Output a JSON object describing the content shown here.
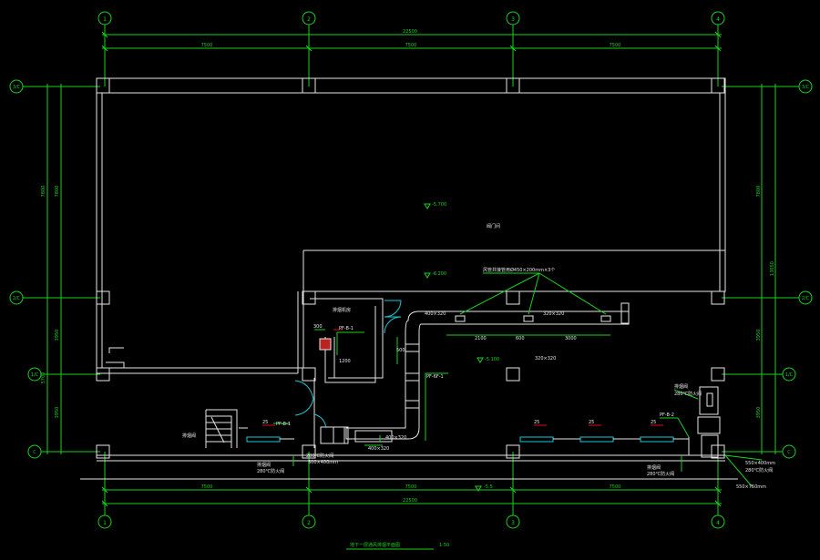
{
  "grid_axes": {
    "columns": [
      "1",
      "2",
      "3",
      "4"
    ],
    "rows": [
      "3/C",
      "2/C",
      "1/C",
      "C"
    ]
  },
  "dimensions": {
    "top_overall": "22500",
    "top_segments": [
      "7500",
      "7500",
      "7500"
    ],
    "bottom_overall": "22500",
    "bottom_segments": [
      "7500",
      "7500",
      "7500"
    ],
    "left": [
      "7800",
      "7800",
      "3950",
      "5700",
      "3950"
    ],
    "right": [
      "7800",
      "13650",
      "3950",
      "3950"
    ]
  },
  "duct_labels": {
    "main_note": "风管井接管用Ø450×200mm×3个",
    "duct_1": "400×320",
    "duct_2": "320×320",
    "duct_3": "400×320",
    "duct_4": "320×320",
    "spacing": [
      "2100",
      "600",
      "3000"
    ],
    "riser_note": "PF-6F-1",
    "level_1": "-5.700",
    "level_2": "-6.200",
    "level_3": "-5.100",
    "level_4": "-5.5",
    "room_label": "阀门间",
    "grille_1": "1200",
    "grille_2": "500",
    "grille_3": "300",
    "grille_4": "400×320"
  },
  "equipment": {
    "fan_left": "PF-B-1",
    "fan_right": "PF-B-2",
    "air_qty": "25",
    "valve_note_1": "排烟阀",
    "valve_note_2": "280℃防火阀",
    "size_note_1": "500×400mm",
    "size_note_2": "550×400mm",
    "size_note_3": "550×750mm",
    "room_note": "排烟机房"
  },
  "drawing_title": "地下一层通风排烟平面图",
  "scale": "1:50",
  "colors": {
    "background": "#000000",
    "dimension": "#19d21e",
    "wall": "#e6e6e6",
    "accent": "#e07a2a",
    "door": "#19c8d8"
  }
}
